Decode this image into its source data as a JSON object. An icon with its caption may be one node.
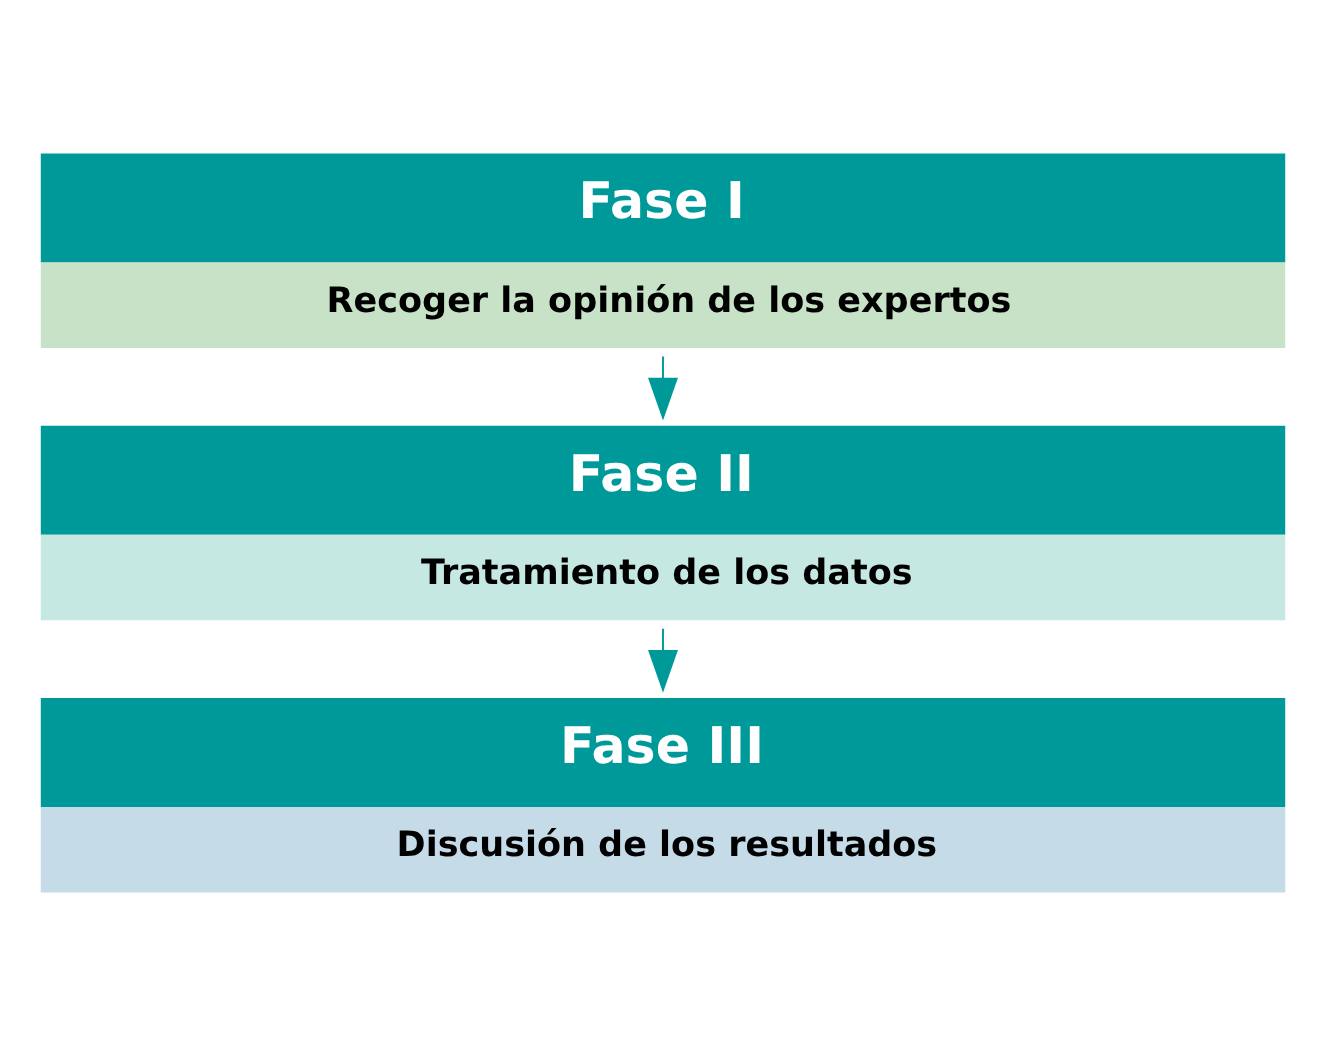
{
  "diagram": {
    "nodes": [
      {
        "text": [
          "Fase I",
          "Recoger la opinión de los expertos"
        ]
      },
      {
        "text": [
          "Fase II",
          "Tratamiento de los datos"
        ]
      },
      {
        "text": [
          "Fase III",
          "Discusión de los resultados"
        ]
      }
    ],
    "edges": [
      {
        "from": 0,
        "to": 1,
        "arrow": "to"
      },
      {
        "from": 1,
        "to": 2,
        "arrow": "to"
      }
    ]
  }
}
